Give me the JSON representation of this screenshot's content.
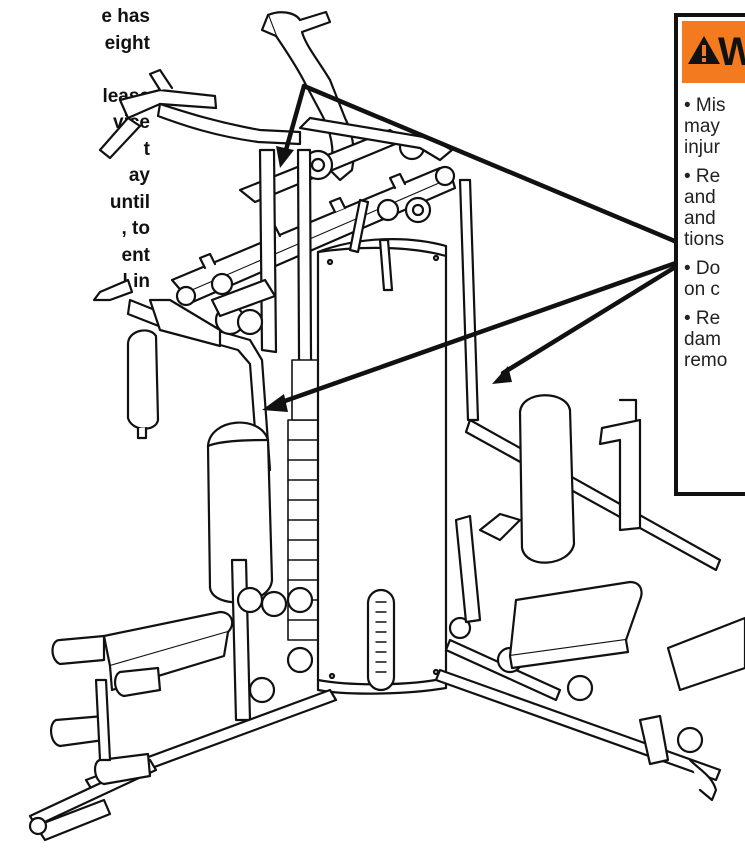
{
  "left_text": {
    "lines": [
      "e has",
      "eight",
      "",
      "lease",
      "vice",
      "t",
      "ay",
      "until",
      ", to",
      "ent",
      "l in"
    ]
  },
  "warning_label": {
    "header": "W",
    "header_color": "#f47a1f",
    "items": [
      [
        "• Mis",
        "may",
        "injur"
      ],
      [
        "• Re",
        "and",
        "and",
        "tions"
      ],
      [
        "• Do",
        "on c"
      ],
      [
        "• Re",
        "dam",
        "remo"
      ]
    ]
  },
  "illustration": {
    "icons": [
      "home-gym-machine-illustration",
      "warning-triangle-icon",
      "callout-arrow"
    ]
  }
}
